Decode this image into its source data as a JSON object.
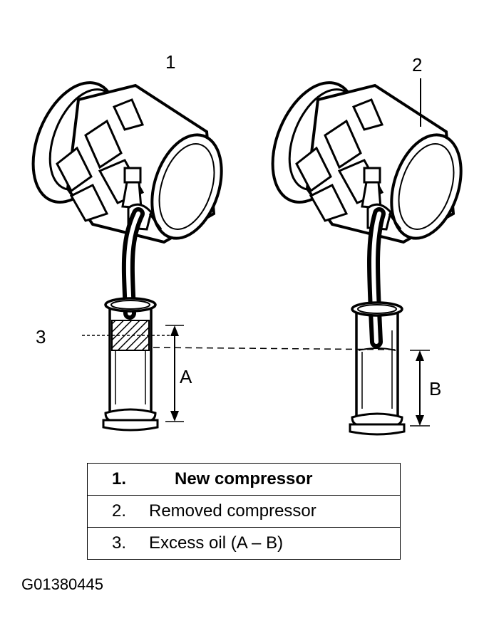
{
  "callouts": {
    "c1": "1",
    "c2": "2",
    "c3": "3",
    "dimA": "A",
    "dimB": "B"
  },
  "legend": [
    {
      "num": "1.",
      "text": "New compressor"
    },
    {
      "num": "2.",
      "text": "Removed compressor"
    },
    {
      "num": "3.",
      "text": "Excess oil (A – B)"
    }
  ],
  "figure_id": "G01380445"
}
